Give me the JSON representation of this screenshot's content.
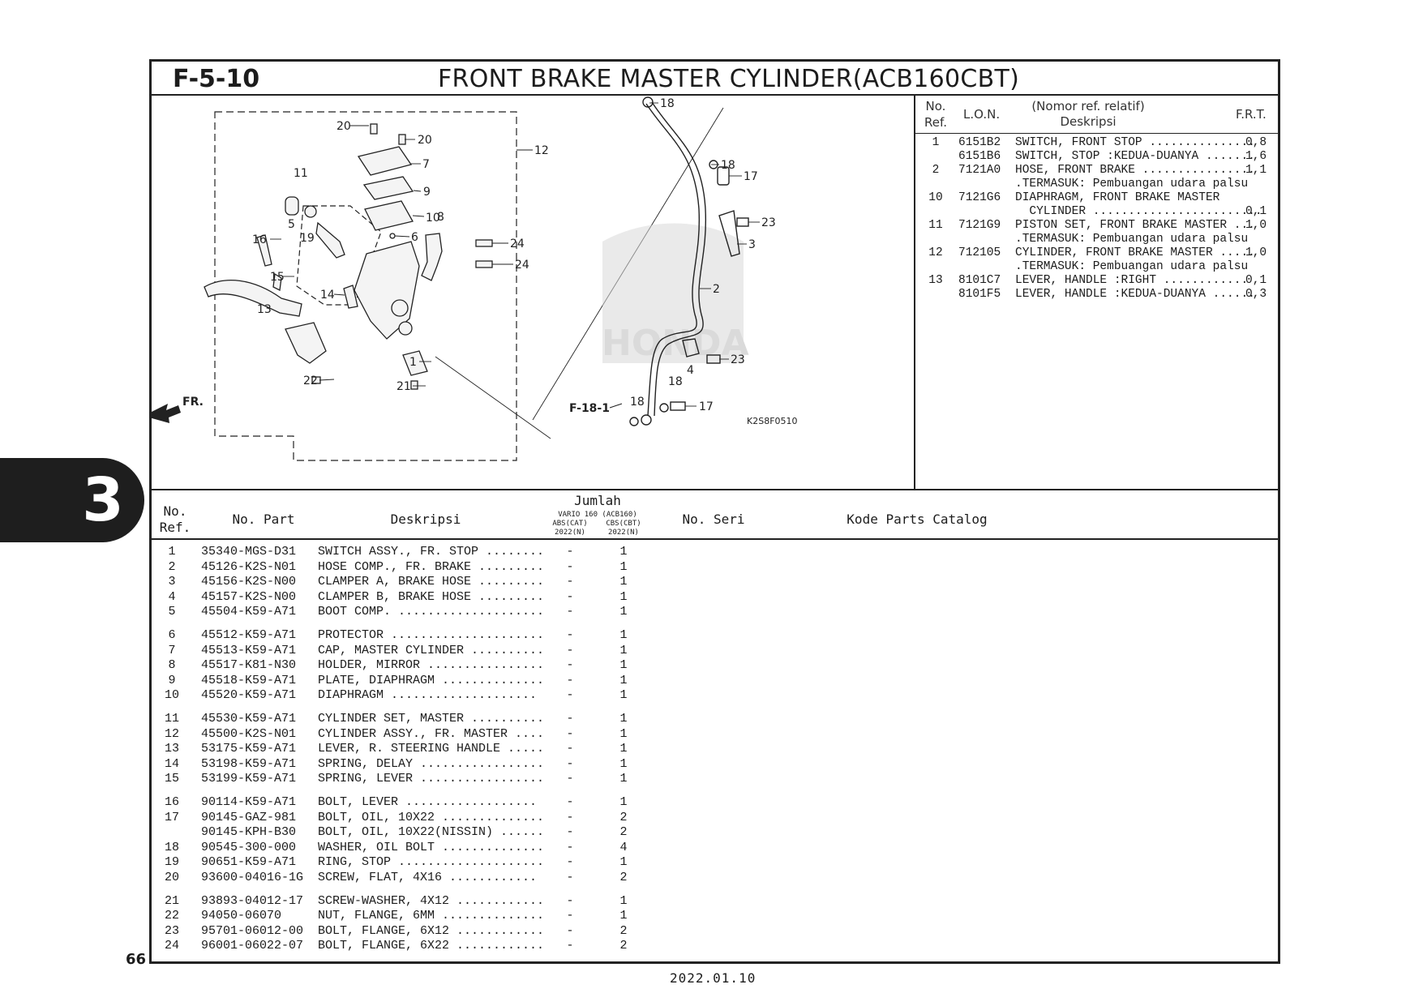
{
  "header": {
    "code": "F-5-10",
    "title": "FRONT BRAKE MASTER CYLINDER(ACB160CBT)"
  },
  "section_tab": "3",
  "page_number": "66",
  "date": "2022.01.10",
  "diagram": {
    "image_code": "K2S8F0510",
    "ref_link": "F-18-1",
    "direction_label": "FR.",
    "watermark": "HONDA",
    "callouts": [
      "1",
      "2",
      "3",
      "4",
      "5",
      "6",
      "7",
      "8",
      "9",
      "10",
      "11",
      "12",
      "13",
      "14",
      "15",
      "16",
      "17",
      "18",
      "19",
      "20",
      "21",
      "22",
      "23",
      "24"
    ]
  },
  "frt_table": {
    "headers": {
      "no": "No.",
      "ref": "Ref.",
      "lon": "L.O.N.",
      "desc_top": "(Nomor ref. relatif)",
      "desc": "Deskripsi",
      "frt": "F.R.T."
    },
    "rows": [
      {
        "ref": "1",
        "lon": "6151B2",
        "desc": "SWITCH, FRONT STOP ...............",
        "frt": "0,8"
      },
      {
        "ref": "",
        "lon": "6151B6",
        "desc": "SWITCH, STOP :KEDUA-DUANYA .......",
        "frt": "1,6"
      },
      {
        "ref": "2",
        "lon": "7121A0",
        "desc": "HOSE, FRONT BRAKE ................",
        "frt": "1,1"
      },
      {
        "ref": "",
        "lon": "",
        "desc": ".TERMASUK: Pembuangan udara palsu",
        "frt": ""
      },
      {
        "ref": "10",
        "lon": "7121G6",
        "desc": "DIAPHRAGM, FRONT BRAKE MASTER",
        "frt": ""
      },
      {
        "ref": "",
        "lon": "",
        "desc": "  CYLINDER ........................",
        "frt": "0,1"
      },
      {
        "ref": "11",
        "lon": "7121G9",
        "desc": "PISTON SET, FRONT BRAKE MASTER ...",
        "frt": "1,0"
      },
      {
        "ref": "",
        "lon": "",
        "desc": ".TERMASUK: Pembuangan udara palsu",
        "frt": ""
      },
      {
        "ref": "12",
        "lon": "712105",
        "desc": "CYLINDER, FRONT BRAKE MASTER .....",
        "frt": "1,0"
      },
      {
        "ref": "",
        "lon": "",
        "desc": ".TERMASUK: Pembuangan udara palsu",
        "frt": ""
      },
      {
        "ref": "13",
        "lon": "8101C7",
        "desc": "LEVER, HANDLE :RIGHT ............",
        "frt": "0,1"
      },
      {
        "ref": "",
        "lon": "8101F5",
        "desc": "LEVER, HANDLE :KEDUA-DUANYA ......",
        "frt": "0,3"
      }
    ]
  },
  "parts_table": {
    "headers": {
      "no": "No.",
      "ref": "Ref.",
      "part": "No. Part",
      "desc": "Deskripsi",
      "qty": "Jumlah",
      "model": "VARIO 160 (ACB160)",
      "col1": "ABS(CAT)",
      "col2": "CBS(CBT)",
      "year1": "2022(N)",
      "year2": "2022(N)",
      "serial": "No. Seri",
      "catalog": "Kode Parts Catalog"
    },
    "rows": [
      {
        "ref": "1",
        "part": "35340-MGS-D31",
        "desc": "SWITCH ASSY., FR. STOP ........",
        "q1": "-",
        "q2": "1"
      },
      {
        "ref": "2",
        "part": "45126-K2S-N01",
        "desc": "HOSE COMP., FR. BRAKE .........",
        "q1": "-",
        "q2": "1"
      },
      {
        "ref": "3",
        "part": "45156-K2S-N00",
        "desc": "CLAMPER A, BRAKE HOSE .........",
        "q1": "-",
        "q2": "1"
      },
      {
        "ref": "4",
        "part": "45157-K2S-N00",
        "desc": "CLAMPER B, BRAKE HOSE .........",
        "q1": "-",
        "q2": "1"
      },
      {
        "ref": "5",
        "part": "45504-K59-A71",
        "desc": "BOOT COMP. ....................",
        "q1": "-",
        "q2": "1"
      },
      {
        "ref": "6",
        "part": "45512-K59-A71",
        "desc": "PROTECTOR .....................",
        "q1": "-",
        "q2": "1"
      },
      {
        "ref": "7",
        "part": "45513-K59-A71",
        "desc": "CAP, MASTER CYLINDER ..........",
        "q1": "-",
        "q2": "1"
      },
      {
        "ref": "8",
        "part": "45517-K81-N30",
        "desc": "HOLDER, MIRROR ................",
        "q1": "-",
        "q2": "1"
      },
      {
        "ref": "9",
        "part": "45518-K59-A71",
        "desc": "PLATE, DIAPHRAGM ..............",
        "q1": "-",
        "q2": "1"
      },
      {
        "ref": "10",
        "part": "45520-K59-A71",
        "desc": "DIAPHRAGM ....................",
        "q1": "-",
        "q2": "1"
      },
      {
        "ref": "11",
        "part": "45530-K59-A71",
        "desc": "CYLINDER SET, MASTER ..........",
        "q1": "-",
        "q2": "1"
      },
      {
        "ref": "12",
        "part": "45500-K2S-N01",
        "desc": "CYLINDER ASSY., FR. MASTER ....",
        "q1": "-",
        "q2": "1"
      },
      {
        "ref": "13",
        "part": "53175-K59-A71",
        "desc": "LEVER, R. STEERING HANDLE .....",
        "q1": "-",
        "q2": "1"
      },
      {
        "ref": "14",
        "part": "53198-K59-A71",
        "desc": "SPRING, DELAY .................",
        "q1": "-",
        "q2": "1"
      },
      {
        "ref": "15",
        "part": "53199-K59-A71",
        "desc": "SPRING, LEVER .................",
        "q1": "-",
        "q2": "1"
      },
      {
        "ref": "16",
        "part": "90114-K59-A71",
        "desc": "BOLT, LEVER ..................",
        "q1": "-",
        "q2": "1"
      },
      {
        "ref": "17",
        "part": "90145-GAZ-981",
        "desc": "BOLT, OIL, 10X22 ..............",
        "q1": "-",
        "q2": "2"
      },
      {
        "ref": "",
        "part": "90145-KPH-B30",
        "desc": "BOLT, OIL, 10X22(NISSIN) ......",
        "q1": "-",
        "q2": "2"
      },
      {
        "ref": "18",
        "part": "90545-300-000",
        "desc": "WASHER, OIL BOLT ..............",
        "q1": "-",
        "q2": "4"
      },
      {
        "ref": "19",
        "part": "90651-K59-A71",
        "desc": "RING, STOP ....................",
        "q1": "-",
        "q2": "1"
      },
      {
        "ref": "20",
        "part": "93600-04016-1G",
        "desc": "SCREW, FLAT, 4X16 ............",
        "q1": "-",
        "q2": "2"
      },
      {
        "ref": "21",
        "part": "93893-04012-17",
        "desc": "SCREW-WASHER, 4X12 ............",
        "q1": "-",
        "q2": "1"
      },
      {
        "ref": "22",
        "part": "94050-06070",
        "desc": "NUT, FLANGE, 6MM ..............",
        "q1": "-",
        "q2": "1"
      },
      {
        "ref": "23",
        "part": "95701-06012-00",
        "desc": "BOLT, FLANGE, 6X12 ............",
        "q1": "-",
        "q2": "2"
      },
      {
        "ref": "24",
        "part": "96001-06022-07",
        "desc": "BOLT, FLANGE, 6X22 ............",
        "q1": "-",
        "q2": "2"
      }
    ]
  }
}
